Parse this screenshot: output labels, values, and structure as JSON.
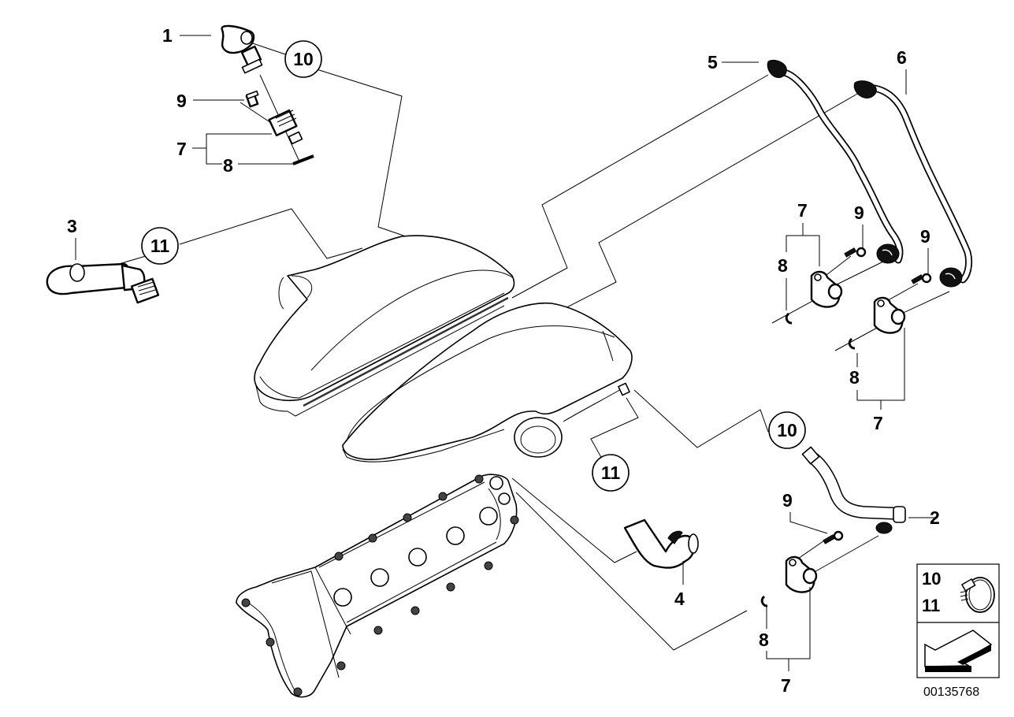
{
  "diagram": {
    "title": "Crankcase ventilation parts diagram",
    "callouts": [
      {
        "id": "c1",
        "label": "1"
      },
      {
        "id": "c2",
        "label": "2"
      },
      {
        "id": "c3",
        "label": "3"
      },
      {
        "id": "c4",
        "label": "4"
      },
      {
        "id": "c5",
        "label": "5"
      },
      {
        "id": "c6",
        "label": "6"
      },
      {
        "id": "c7a",
        "label": "7"
      },
      {
        "id": "c8a",
        "label": "8"
      },
      {
        "id": "c9a",
        "label": "9"
      },
      {
        "id": "c7b",
        "label": "7"
      },
      {
        "id": "c8b",
        "label": "8"
      },
      {
        "id": "c9b",
        "label": "9"
      },
      {
        "id": "c7c",
        "label": "7"
      },
      {
        "id": "c8c",
        "label": "8"
      },
      {
        "id": "c9c",
        "label": "9"
      },
      {
        "id": "c7d",
        "label": "7"
      },
      {
        "id": "c8d",
        "label": "8"
      },
      {
        "id": "c9d",
        "label": "9"
      }
    ],
    "circled_callouts": [
      {
        "id": "cc10a",
        "label": "10"
      },
      {
        "id": "cc11a",
        "label": "11"
      },
      {
        "id": "cc10b",
        "label": "10"
      },
      {
        "id": "cc11b",
        "label": "11"
      }
    ],
    "legend": {
      "items": [
        "10",
        "11"
      ],
      "clamp_icon": "hose-clamp-icon",
      "arrow_icon": "direction-arrow-icon"
    },
    "document_number": "00135768"
  }
}
